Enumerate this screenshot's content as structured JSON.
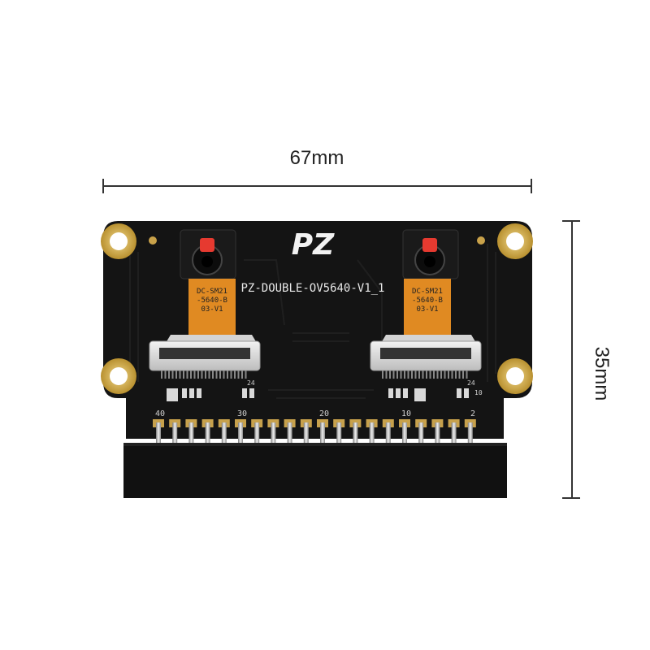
{
  "dimensions": {
    "width": "67mm",
    "height": "35mm"
  },
  "board": {
    "logo": "PZ",
    "name": "PZ-DOUBLE-OV5640-V1_1",
    "camera_label_line1": "DC-SM21",
    "camera_label_line2": "-5640-B",
    "camera_label_line3": "03-V1",
    "pin_numbers": [
      "40",
      "30",
      "20",
      "10",
      "2"
    ],
    "connector_pin_label": "24",
    "connector_pin_label_right_a": "24",
    "connector_pin_label_right_b": "10"
  },
  "colors": {
    "pcb": "#141414",
    "gold_pad": "#d8b35a",
    "flex": "#e08a22",
    "lens_cap": "#e63a30",
    "header": "#111111"
  }
}
